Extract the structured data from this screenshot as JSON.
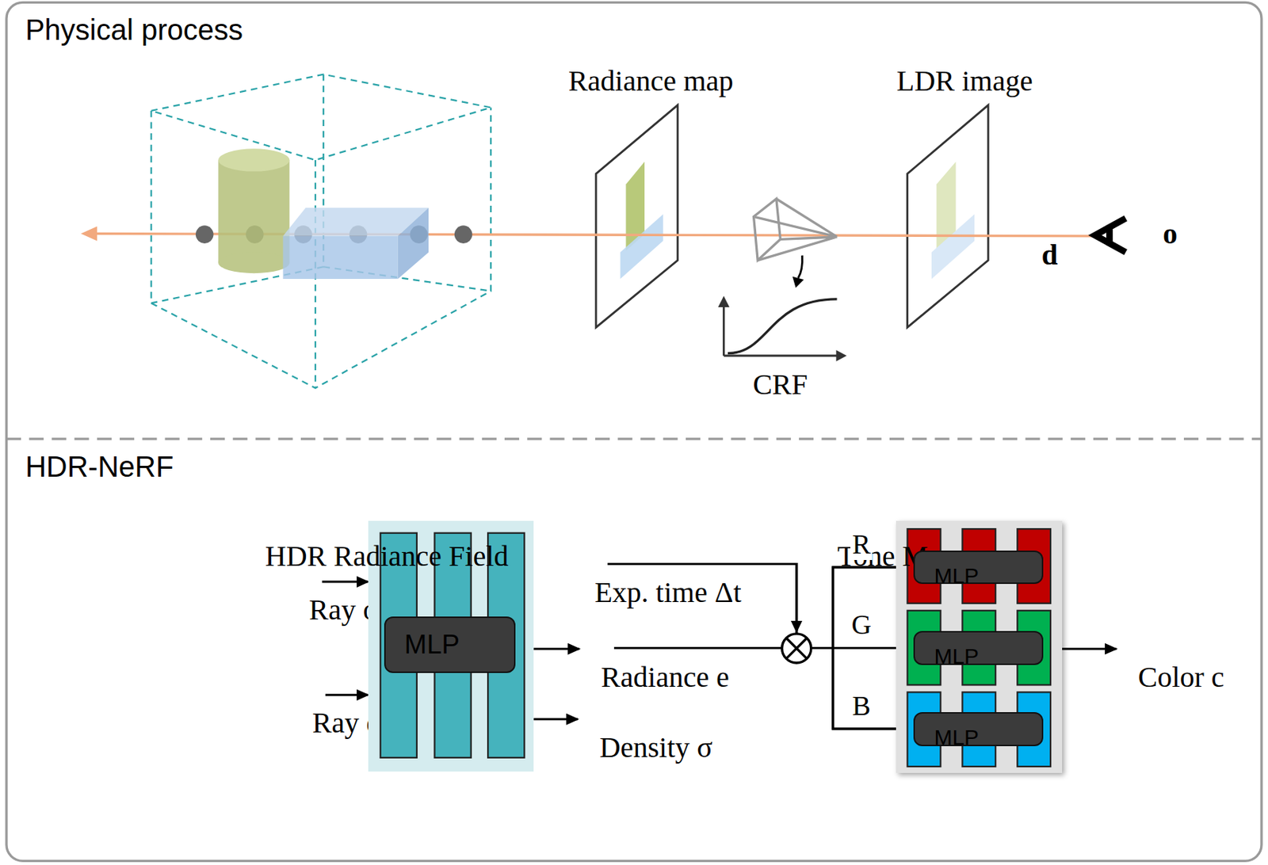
{
  "diagram": {
    "nodes": [
      {
        "text": [
          "Physical process"
        ]
      },
      {
        "text": [
          "HDR-NeRF"
        ]
      },
      {
        "text": [
          "Ray origin o"
        ],
        "in": 1
      },
      {
        "text": [
          "Ray direction d"
        ],
        "in": 1
      },
      {
        "text": [
          "HDR Radiance Field"
        ],
        "in": 1
      },
      {
        "text": [
          "MLP"
        ],
        "in": 4
      },
      {
        "text": [
          "Radiance e"
        ],
        "in": 1
      },
      {
        "text": [
          "Density σ"
        ],
        "in": 1
      },
      {
        "text": [
          "Exp. time Δt"
        ],
        "in": 1
      },
      {
        "text": [
          "Tone Mapper"
        ],
        "in": 1
      },
      {
        "text": [
          "MLP"
        ],
        "in": 9
      },
      {
        "text": [
          "MLP"
        ],
        "in": 9
      },
      {
        "text": [
          "MLP"
        ],
        "in": 9
      },
      {
        "text": [
          "Color c"
        ],
        "in": 1
      }
    ],
    "edges": [
      {
        "from": 2,
        "to": 4,
        "arrow": "to"
      },
      {
        "from": 3,
        "to": 4,
        "arrow": "to"
      },
      {
        "from": 4,
        "to": 6,
        "arrow": "to"
      },
      {
        "from": 4,
        "to": 7,
        "arrow": "to"
      },
      {
        "from": 6,
        "to": 10,
        "label": "R",
        "arrow": "to"
      },
      {
        "from": 6,
        "to": 11,
        "label": "G",
        "arrow": "to"
      },
      {
        "from": 6,
        "to": 12,
        "label": "B",
        "arrow": "to"
      },
      {
        "from": 8,
        "to": 10,
        "arrow": "to"
      },
      {
        "from": 8,
        "to": 11,
        "arrow": "to"
      },
      {
        "from": 8,
        "to": 12,
        "arrow": "to"
      },
      {
        "from": 9,
        "to": 13,
        "arrow": "to"
      }
    ],
    "labels": [
      "Radiance map",
      "LDR image",
      "CRF",
      "d",
      "o"
    ]
  }
}
